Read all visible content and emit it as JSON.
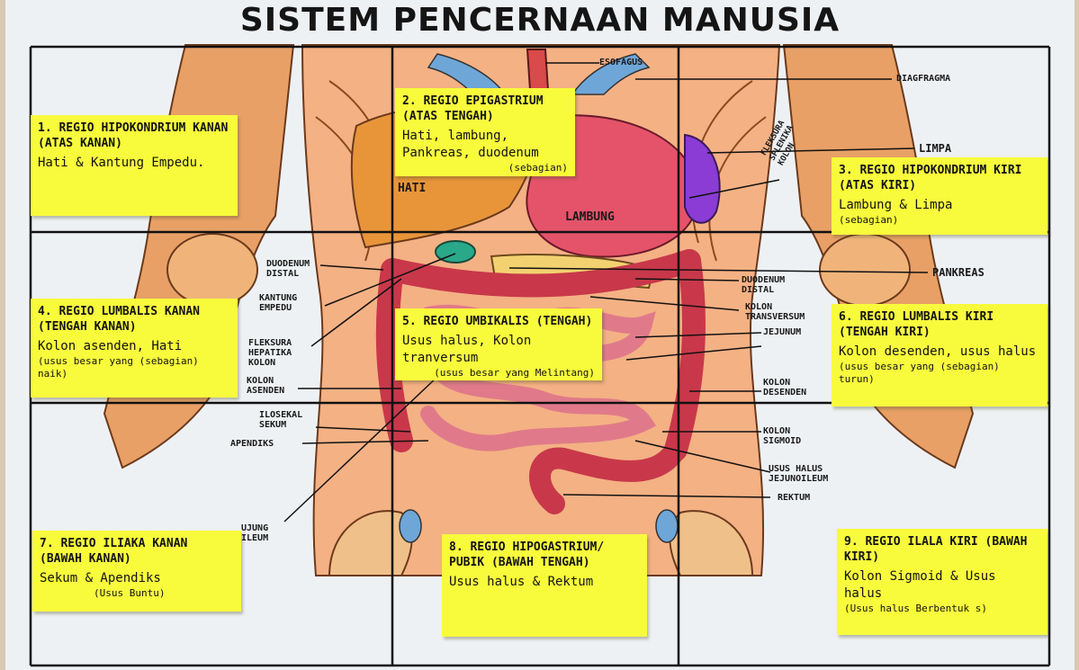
{
  "title": "SISTEM PENCERNAAN MANUSIA",
  "regions": [
    {
      "heading": "1. REGIO HIPOKONDRIUM KANAN (ATAS KANAN)",
      "body": "Hati & Kantung Empedu.",
      "note": ""
    },
    {
      "heading": "2. REGIO EPIGASTRIUM (ATAS TENGAH)",
      "body": "Hati, lambung, Pankreas, duodenum",
      "note": "(sebagian)"
    },
    {
      "heading": "3. REGIO HIPOKONDRIUM KIRI (ATAS KIRI)",
      "body": "Lambung & Limpa",
      "note": "(sebagian)"
    },
    {
      "heading": "4. REGIO LUMBALIS KANAN (TENGAH KANAN)",
      "body": "Kolon asenden, Hati",
      "note": "(usus besar yang (sebagian) naik)"
    },
    {
      "heading": "5. REGIO UMBIKALIS (TENGAH)",
      "body": "Usus halus, Kolon tranversum",
      "note": "(usus besar yang Melintang)"
    },
    {
      "heading": "6. REGIO LUMBALIS KIRI (TENGAH KIRI)",
      "body": "Kolon desenden, usus halus",
      "note": "(usus besar yang (sebagian) turun)"
    },
    {
      "heading": "7. REGIO ILIAKA KANAN (BAWAH KANAN)",
      "body": "Sekum & Apendiks",
      "note": "(Usus Buntu)"
    },
    {
      "heading": "8. REGIO HIPOGASTRIUM/ PUBIK (BAWAH TENGAH)",
      "body": "Usus halus & Rektum",
      "note": ""
    },
    {
      "heading": "9. REGIO ILALA KIRI (BAWAH KIRI)",
      "body": "Kolon Sigmoid & Usus halus",
      "note": "(Usus halus Berbentuk s)"
    }
  ],
  "labels": {
    "esofagus": "ESOFAGUS",
    "diafragma": "DIAGFRAGMA",
    "limpa": "LIMPA",
    "fleksura_splenika": "FLEKSURA SPLENIKA KOLON",
    "hati": "HATI",
    "lambung": "LAMBUNG",
    "pankreas": "PANKREAS",
    "duodenum_distal_left": "DUODENUM DISTAL",
    "duodenum_distal_right": "DUODENUM DISTAL",
    "kantung_empedu": "KANTUNG EMPEDU",
    "kolon_transversum": "KOLON TRANSVERSUM",
    "jejunum": "JEJUNUM",
    "fleksura_hepatika": "FLEKSURA HEPATIKA KOLON",
    "kolon_asenden": "KOLON ASENDEN",
    "kolon_desenden": "KOLON DESENDEN",
    "ileosekal_sekum": "ILOSEKAL SEKUM",
    "apendiks": "APENDIKS",
    "kolon_sigmoid": "KOLON SIGMOID",
    "usus_halus_jejunoileum": "USUS HALUS JEJUNOILEUM",
    "rektum": "REKTUM",
    "ujung_ileum": "UJUNG ILEUM"
  }
}
